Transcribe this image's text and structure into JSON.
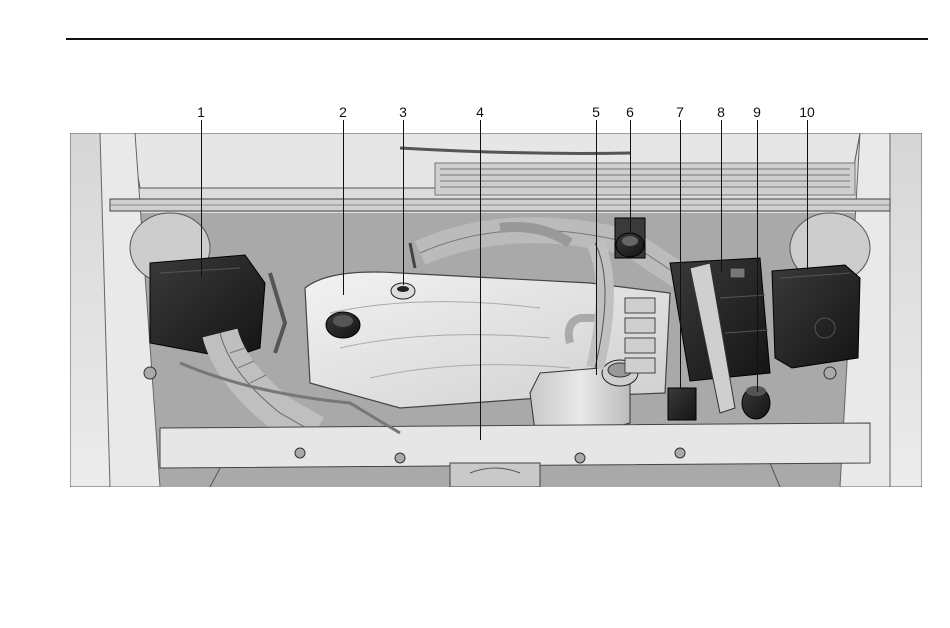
{
  "diagram": {
    "title": "",
    "callouts": [
      {
        "id": "callout-1",
        "label": "1"
      },
      {
        "id": "callout-2",
        "label": "2"
      },
      {
        "id": "callout-3",
        "label": "3"
      },
      {
        "id": "callout-4",
        "label": "4"
      },
      {
        "id": "callout-5",
        "label": "5"
      },
      {
        "id": "callout-6",
        "label": "6"
      },
      {
        "id": "callout-7",
        "label": "7"
      },
      {
        "id": "callout-8",
        "label": "8"
      },
      {
        "id": "callout-9",
        "label": "9"
      },
      {
        "id": "callout-10",
        "label": "10"
      }
    ],
    "colors": {
      "background": "#ffffff",
      "line": "#111111",
      "dark_part": "#1e1e1e",
      "mid_gray": "#bdbdbd",
      "light_gray": "#e4e4e4"
    }
  }
}
